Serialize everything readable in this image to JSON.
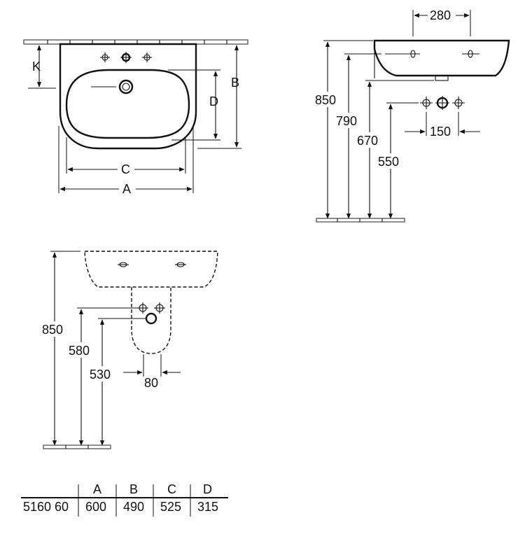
{
  "top_view": {
    "dim_labels": {
      "k": "K",
      "b": "B",
      "d": "D",
      "c": "C",
      "a": "A"
    }
  },
  "side_view": {
    "dim_labels": {
      "top_spacing": "280",
      "h850": "850",
      "h790": "790",
      "h670": "670",
      "h550": "550",
      "spacing150": "150"
    }
  },
  "pedestal_view": {
    "dim_labels": {
      "h850": "850",
      "h580": "580",
      "h530": "530",
      "w80": "80"
    }
  },
  "dimension_table": {
    "headers": [
      "",
      "A",
      "B",
      "C",
      "D"
    ],
    "rows": [
      [
        "5160 60",
        "600",
        "490",
        "525",
        "315"
      ]
    ]
  }
}
